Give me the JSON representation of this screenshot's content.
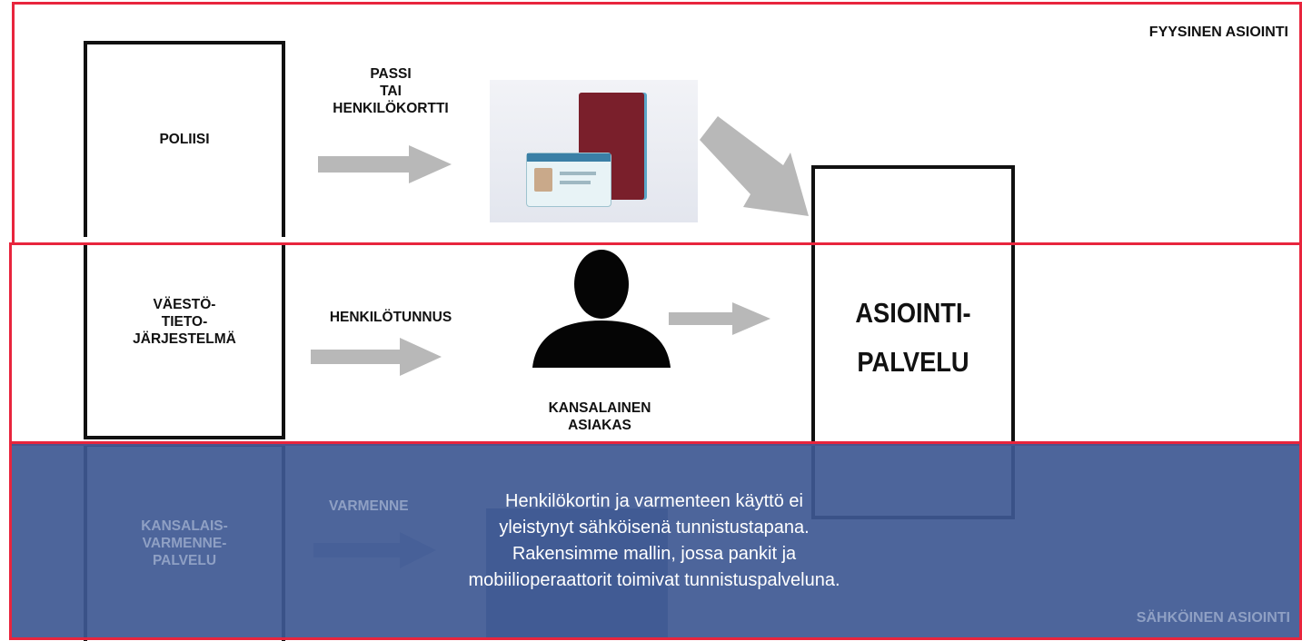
{
  "bands": {
    "physical_label": "FYYSINEN ASIOINTI",
    "electronic_label": "SÄHKÖINEN ASIOINTI"
  },
  "nodes": {
    "police": "POLIISI",
    "population_system": [
      "VÄESTÖ-",
      "TIETO-",
      "JÄRJESTELMÄ"
    ],
    "citizen_cert": [
      "KANSALAIS-",
      "VARMENNE-",
      "PALVELU"
    ],
    "service": [
      "ASIOINTI-",
      "PALVELU"
    ],
    "citizen": [
      "KANSALAINEN",
      "ASIAKAS"
    ]
  },
  "flows": {
    "passport": [
      "PASSI",
      "TAI",
      "HENKILÖKORTTI"
    ],
    "personal_id": "HENKILÖTUNNUS",
    "certificate": "VARMENNE"
  },
  "overlay_text": [
    "Henkilökortin ja varmenteen käyttö ei",
    "yleistynyt sähköisenä tunnistustapana.",
    "Rakensimme mallin, jossa pankit ja",
    "mobiilioperaattorit toimivat tunnistuspalveluna."
  ],
  "colors": {
    "band_border": "#e8253d",
    "overlay": "#3e5892",
    "arrow": "#b8b8b8"
  }
}
